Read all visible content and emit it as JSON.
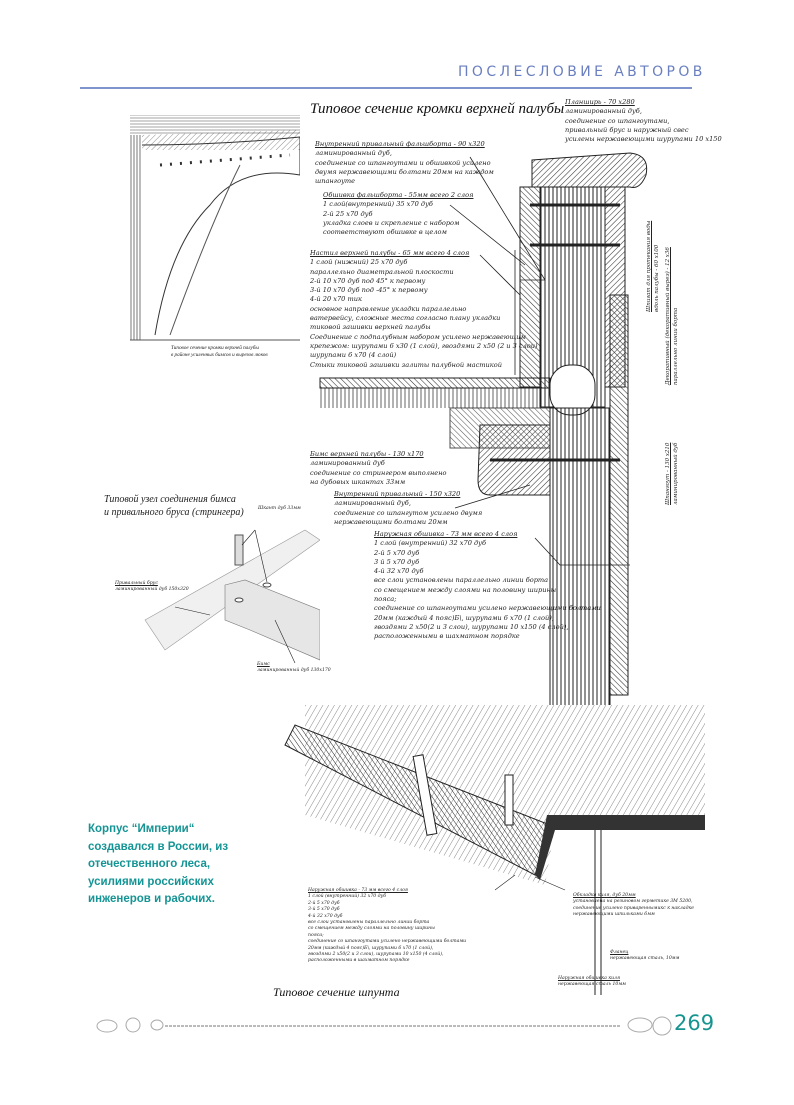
{
  "header": {
    "section": "ПОСЛЕСЛОВИЕ АВТОРОВ"
  },
  "main_title": "Типовое сечение кромки верхней палубы",
  "top_left_caption": "Типовое сечение кромки верхней палубы\nв районе усиленных бимсов и вырезов люков",
  "joint_title": "Типовой узел соединения бимса\nи привального бруса (стрингера)",
  "joint_labels": {
    "pin": "Шкант дуб 33мм",
    "stringer": {
      "title": "Привальный брус",
      "body": "ламинированный дуб 150х320"
    },
    "beam": {
      "title": "Бимс",
      "body": "ламинированный дуб 130х170"
    }
  },
  "labels": {
    "planshir": {
      "title": "Планширь - 70 х280",
      "body": "ламинированный дуб,\nсоединение со шпангоутами,\nпривальный брус и наружный свес\nусилены нержавеющими шурупами 10 х150"
    },
    "inner_bulwark": {
      "title": "Внутренний привальный фальшборта - 90 х320",
      "body": "ламинированный дуб,\nсоединение со шпангоутами и обшивкой усилено\nдвумя нержавеющими болтами 20мм на каждом\nшпангоуте"
    },
    "bulwark_plating": {
      "title": "Обшивка фальшборта - 55мм всего 2 слоя",
      "body": "1 слой(внутренний)  35 х70 дуб\n2-й                          25 х70 дуб\nукладка слоев и скрепление с набором\nсоответствуют  обшивке в целом"
    },
    "deck_planking": {
      "title": "Настил верхней палубы - 65 мм всего 4 слоя",
      "body": "1 слой (нижний) 25 х70 дуб\n            параллельно диаметральной плоскости\n2-й                    10 х70  дуб   под 45° к первому\n3-й                    10 х70 дуб   под -45° к первому\n4-й                    20 х70 тик\n          основное направление укладки параллельно\nватервейсу, сложные места согласно плану укладки\nтиковой зашивки верхней палубы\nСоединение с подпалубным набором усилено нержавеющим\n крепежом:  шурупами 6 х30 (1 слой), гвоздями 2 х50 (2 и 3 слои)\nшурупами 6 х70 (4 слой)\nСтыки тиковой зашивки залиты палубной мастикой"
    },
    "deck_beam": {
      "title": "Бимс верхней палубы - 130 х170",
      "body": "ламинированный дуб\nсоединение со стрингером выполнено\nна дубовых шкантах 33мм"
    },
    "inner_clamp": {
      "title": "Внутренний привальный - 150 х320",
      "body": "ламинированный дуб,\nсоединение со шпангутом усилено двумя\nнержавеющими болтами 20мм"
    },
    "outer_plating": {
      "title": "Наружная обшивка - 73 мм всего 4 слоя",
      "body": "1 слой (внутренний)   32 х70 дуб\n2-й                            5 х70   дуб\n3 й                            5 х70   дуб\n4-й                           32 х70  дуб\nвсе слои  установлены параллельно линии борта\nсо смещением между слоями на половину ширины\nпояса;\nсоединение со шпангоутами усилено нержавеющими болтами\n 20мм (каждый 4 пояс)Б\\, шурупами 6 х70 (1 слой),\nгвоздями 2 х50(2 и 3 слои), шурупами 10 х150 (4 слой),\nрасположенными в шахматном порядке"
    },
    "scupper": {
      "title": "Шпигат для протекания воды",
      "body": "вдоль палубы - 60 х100"
    },
    "decor_groove": {
      "title": "Декоративный (декоративный вырез) - 12 х36",
      "body": "параллельно линии борта"
    },
    "frame": {
      "title": "Шпангоут - 130 х210",
      "body": "ламинированный дуб"
    }
  },
  "keel": {
    "title": "Типовое сечение шпунта",
    "outer_plating": {
      "title": "Наружная обшивка - 73 мм всего 4 слоя",
      "body": "1 слой (внутренний)   32 х70 дуб\n2-й                      5 х70   дуб\n3-й                      5 х70   дуб\n4-й                     32 х70  дуб\nвсе слои  установлены параллельно линии борта\nсо смещением между слоями на половину ширины\nпояса;\nсоединение со шпангоутами усилено нержавеющими болтами\n 20мм (каждый 4 пояс)Б\\, шурупами 6 х70 (1 слой),\nгвоздями 2 х50(2 и 3 слои), шурупами 10 х150 (4 слой),\nрасположенными в шахматном порядке"
    },
    "keel_sheathing": {
      "title": "Обкладка киля, дуб 20мм",
      "body": "установлена на резиновом герметике  3М 5200,\nсоединение усилено привареннымикс к накладке\nнержавеющими шпильками 6мм"
    },
    "flange": {
      "title": "Фланец",
      "body": "нержавеющая сталь, 10мм"
    },
    "keel_outer": {
      "title": "Наружная обшивка киля",
      "body": "нержавеющая сталь 10мм"
    }
  },
  "side_note": "Корпус “Империи“\nсоздавался в России, из\nотечественного леса,\nусилиями российских\nинженеров и рабочих.",
  "page_number": "269",
  "colors": {
    "header": "#6a7fbf",
    "accent": "#149494"
  }
}
